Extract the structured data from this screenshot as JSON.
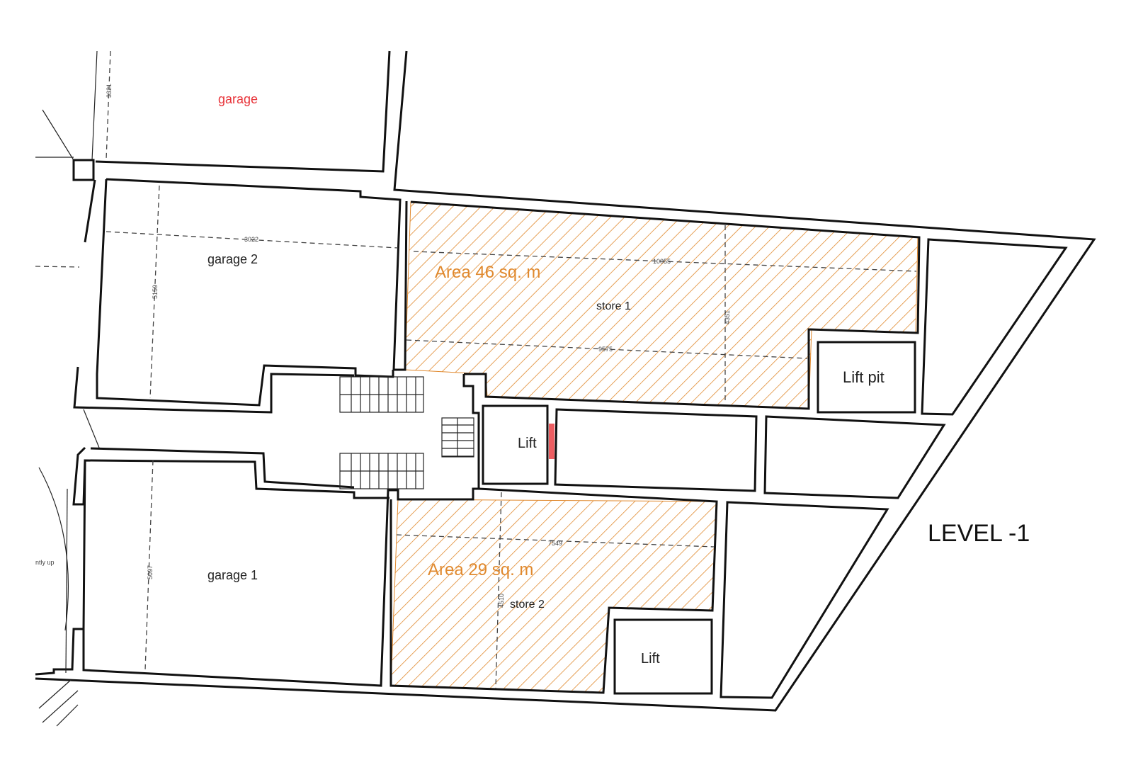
{
  "title": "LEVEL -1",
  "colors": {
    "hatch": "#e0892e",
    "area_text": "#e0892e",
    "red_label": "#e8343a",
    "wall": "#111111"
  },
  "rooms": {
    "garage_top": "garage",
    "garage_2": "garage 2",
    "garage_1": "garage 1",
    "store_1": "store 1",
    "store_2": "store 2",
    "lift_pit": "Lift pit",
    "lift_center": "Lift",
    "lift_lower": "Lift"
  },
  "areas": {
    "store_1": "Area 46 sq. m",
    "store_2": "Area 29 sq. m"
  },
  "dimensions": {
    "garage_top_depth": "3321",
    "garage_2_width": "3022",
    "garage_2_depth": "5159",
    "store_1_width_top": "10055",
    "store_1_width_bottom": "9575",
    "store_1_depth": "4351",
    "store_2_width": "7549",
    "store_2_depth": "4510",
    "garage_1_depth": "5097"
  },
  "side_note": "ntly up"
}
